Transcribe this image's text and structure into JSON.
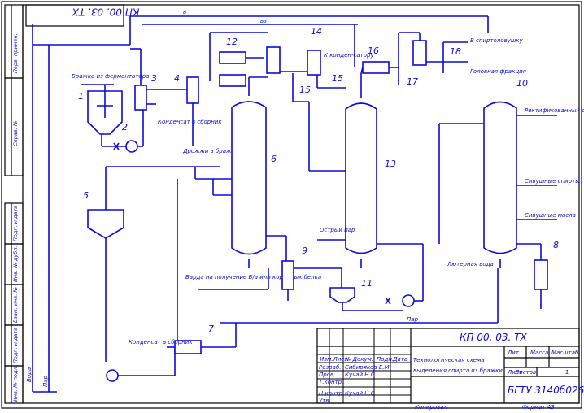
{
  "stamp_code": "КП 00. 03. ТХ",
  "title_code": "КП 00. 03. ТХ",
  "title_line1": "Технологическая схема",
  "title_line2": "выделения спирта из бражки",
  "org": "БГТУ 3140б026 %",
  "sheet_label": "Лист",
  "sheets_label": "Листов",
  "sheets_count": "1",
  "lit_label": "Лит.",
  "mass_label": "Масса",
  "scale_label": "Масштаб",
  "copied": "Копировал",
  "format": "Формат  А3",
  "table_headers": [
    "Изм.Лист",
    "№ Докум.",
    "Подп.",
    "Дата"
  ],
  "table_roles": [
    "Разраб.",
    "Пров.",
    "Т.контр.",
    "Н.контр.",
    "Утв."
  ],
  "table_names": [
    "Сибиряков Е.М",
    "Кучай Н.С",
    "Кучай Н.С"
  ],
  "side_labels": [
    "Перв. примен.",
    "Справ. №",
    "Подп. и дата",
    "Инв. № дубл.",
    "Взам. инв. №",
    "Подп. и дата",
    "Инв. № подл."
  ],
  "stream_labels": {
    "brazhka": "Бражка из ферментатора",
    "kondensat1": "Конденсат в сборник",
    "drozhzhi": "Дрожжи в бражку",
    "kondensat2": "Конденсат в сборник",
    "barda": "Барда на получение Б/а или кормовых белка",
    "ostry_par": "Острый пар",
    "lyuter": "Лютерная вода",
    "rektif": "Ректификованный спирт",
    "sivush_spirt": "Сивушные спирты",
    "sivush_maslo": "Сивушные масла",
    "golovn": "Головная фракция",
    "v_spirtolovushku": "В спиртоловушку",
    "v_kondensatoru": "К конден-сатору",
    "par": "Пар",
    "voda": "Вода",
    "v_line": "в",
    "vz_line": "вз"
  },
  "equipment_numbers": [
    "1",
    "2",
    "3",
    "4",
    "5",
    "6",
    "7",
    "8",
    "9",
    "10",
    "11",
    "12",
    "13",
    "14",
    "15",
    "16",
    "17",
    "18"
  ]
}
